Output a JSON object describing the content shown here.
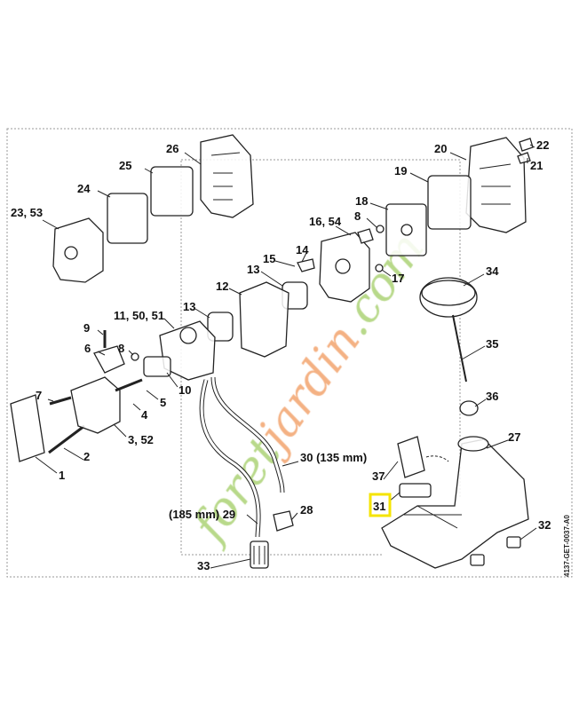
{
  "diagram": {
    "callouts": [
      "26",
      "25",
      "24",
      "23, 53",
      "20",
      "22",
      "21",
      "19",
      "18",
      "8",
      "16, 54",
      "14",
      "15",
      "13",
      "17",
      "34",
      "12",
      "13",
      "11, 50, 51",
      "9",
      "6",
      "8",
      "35",
      "10",
      "5",
      "4",
      "7",
      "36",
      "27",
      "3, 52",
      "2",
      "30 (135 mm)",
      "37",
      "1",
      "31",
      "28",
      "(185 mm) 29",
      "32",
      "33"
    ],
    "highlighted_callout": "31",
    "highlight_color": "#f5e400",
    "drawing_code": "4137-GET-0037-A0",
    "watermark": "foretjardin.com",
    "watermark_colors": [
      "#b8d98a",
      "#f4b183"
    ]
  }
}
